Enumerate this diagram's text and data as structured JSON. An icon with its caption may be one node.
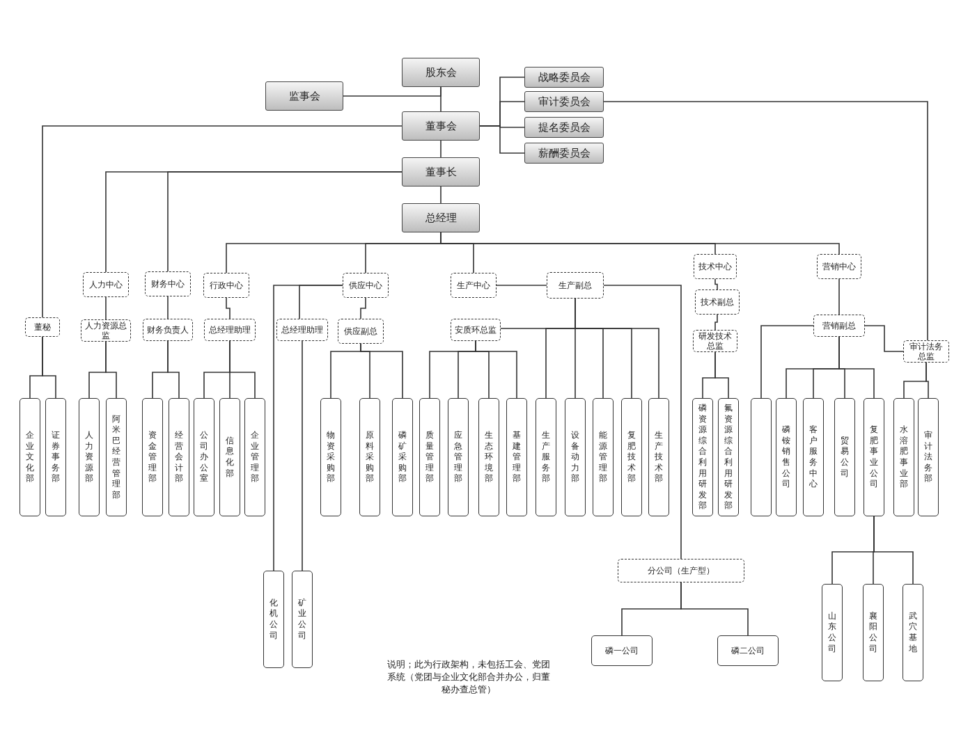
{
  "diagram": {
    "nodes": [
      {
        "text": [
          "股东会"
        ]
      },
      {
        "text": [
          "监事会"
        ]
      },
      {
        "text": [
          "董事会"
        ]
      },
      {
        "text": [
          "董事长"
        ]
      },
      {
        "text": [
          "总经理"
        ]
      },
      {
        "text": [
          "战略委员会"
        ]
      },
      {
        "text": [
          "审计委员会"
        ]
      },
      {
        "text": [
          "提名委员会"
        ]
      },
      {
        "text": [
          "薪酬委员会"
        ]
      },
      {
        "text": [
          "董秘"
        ]
      },
      {
        "text": [
          "人力中心"
        ]
      },
      {
        "text": [
          "人力资源总监"
        ]
      },
      {
        "text": [
          "财务中心"
        ]
      },
      {
        "text": [
          "财务负责人"
        ]
      },
      {
        "text": [
          "行政中心"
        ]
      },
      {
        "text": [
          "总经理助理"
        ]
      },
      {
        "text": [
          "总经理助理"
        ]
      },
      {
        "text": [
          "供应中心"
        ]
      },
      {
        "text": [
          "供应副总"
        ]
      },
      {
        "text": [
          "生产中心"
        ]
      },
      {
        "text": [
          "生产副总"
        ]
      },
      {
        "text": [
          "安质环总监"
        ]
      },
      {
        "text": [
          "技术中心"
        ]
      },
      {
        "text": [
          "技术副总"
        ]
      },
      {
        "text": [
          "研发技术总监"
        ]
      },
      {
        "text": [
          "营销中心"
        ]
      },
      {
        "text": [
          "营销副总"
        ]
      },
      {
        "text": [
          "审计法务总监"
        ]
      },
      {
        "text": [
          "企业文化部"
        ]
      },
      {
        "text": [
          "证券事务部"
        ]
      },
      {
        "text": [
          "人力资源部"
        ]
      },
      {
        "text": [
          "阿米巴经营管理部"
        ]
      },
      {
        "text": [
          "资金管理部"
        ]
      },
      {
        "text": [
          "经营会计部"
        ]
      },
      {
        "text": [
          "公司办公室"
        ]
      },
      {
        "text": [
          "信息化部"
        ]
      },
      {
        "text": [
          "企业管理部"
        ]
      },
      {
        "text": [
          "物资采购部"
        ]
      },
      {
        "text": [
          "原料采购部"
        ]
      },
      {
        "text": [
          "磷矿采购部"
        ]
      },
      {
        "text": [
          "质量管理部"
        ]
      },
      {
        "text": [
          "应急管理部"
        ]
      },
      {
        "text": [
          "生态环境部"
        ]
      },
      {
        "text": [
          "基建管理部"
        ]
      },
      {
        "text": [
          "生产服务部"
        ]
      },
      {
        "text": [
          "设备动力部"
        ]
      },
      {
        "text": [
          "能源管理部"
        ]
      },
      {
        "text": [
          "复肥技术部"
        ]
      },
      {
        "text": [
          "生产技术部"
        ]
      },
      {
        "text": [
          "磷资源综合利用研发部"
        ]
      },
      {
        "text": [
          "氟资源综合利用研发部"
        ]
      },
      {
        "text": [],
        "shape": "box"
      },
      {
        "text": [
          "磷铵销售公司"
        ]
      },
      {
        "text": [
          "客户服务中心"
        ]
      },
      {
        "text": [
          "贸易公司"
        ]
      },
      {
        "text": [
          "复肥事业公司"
        ]
      },
      {
        "text": [
          "水溶肥事业部"
        ]
      },
      {
        "text": [
          "审计法务部"
        ]
      },
      {
        "text": [
          "化机公司"
        ]
      },
      {
        "text": [
          "矿业公司"
        ]
      },
      {
        "text": [
          "分公司（生产型）"
        ]
      },
      {
        "text": [
          "磷一公司"
        ]
      },
      {
        "text": [
          "磷二公司"
        ]
      },
      {
        "text": [
          "山东公司"
        ]
      },
      {
        "text": [
          "襄阳公司"
        ]
      },
      {
        "text": [
          "武穴基地"
        ]
      }
    ],
    "edges": [
      {
        "from": 0,
        "to": 2,
        "arrow": "none"
      },
      {
        "from": 0,
        "to": 1,
        "arrow": "none"
      },
      {
        "from": 2,
        "to": 3,
        "arrow": "none"
      },
      {
        "from": 3,
        "to": 4,
        "arrow": "none"
      },
      {
        "from": 2,
        "to": 5,
        "arrow": "none"
      },
      {
        "from": 2,
        "to": 6,
        "arrow": "none"
      },
      {
        "from": 2,
        "to": 7,
        "arrow": "none"
      },
      {
        "from": 2,
        "to": 8,
        "arrow": "none"
      },
      {
        "from": 6,
        "to": 27,
        "arrow": "none"
      },
      {
        "from": 2,
        "to": 9,
        "arrow": "none"
      },
      {
        "from": 3,
        "to": 10,
        "arrow": "none"
      },
      {
        "from": 3,
        "to": 12,
        "arrow": "none"
      },
      {
        "from": 4,
        "to": 14,
        "arrow": "none"
      },
      {
        "from": 4,
        "to": 17,
        "arrow": "none"
      },
      {
        "from": 4,
        "to": 19,
        "arrow": "none"
      },
      {
        "from": 4,
        "to": 22,
        "arrow": "none"
      },
      {
        "from": 4,
        "to": 25,
        "arrow": "none"
      },
      {
        "from": 19,
        "to": 20,
        "arrow": "none"
      },
      {
        "from": 20,
        "to": 60,
        "arrow": "none"
      },
      {
        "from": 10,
        "to": 11,
        "arrow": "none"
      },
      {
        "from": 12,
        "to": 13,
        "arrow": "none"
      },
      {
        "from": 14,
        "to": 15,
        "arrow": "none"
      },
      {
        "from": 17,
        "to": 58,
        "arrow": "none"
      },
      {
        "from": 17,
        "to": 16,
        "arrow": "none"
      },
      {
        "from": 17,
        "to": 18,
        "arrow": "none"
      },
      {
        "from": 16,
        "to": 59,
        "arrow": "none"
      },
      {
        "from": 9,
        "to": 28,
        "arrow": "none"
      },
      {
        "from": 9,
        "to": 29,
        "arrow": "none"
      },
      {
        "from": 11,
        "to": 30,
        "arrow": "none"
      },
      {
        "from": 11,
        "to": 31,
        "arrow": "none"
      },
      {
        "from": 13,
        "to": 32,
        "arrow": "none"
      },
      {
        "from": 13,
        "to": 33,
        "arrow": "none"
      },
      {
        "from": 15,
        "to": 34,
        "arrow": "none"
      },
      {
        "from": 15,
        "to": 35,
        "arrow": "none"
      },
      {
        "from": 15,
        "to": 36,
        "arrow": "none"
      },
      {
        "from": 18,
        "to": 37,
        "arrow": "none"
      },
      {
        "from": 18,
        "to": 38,
        "arrow": "none"
      },
      {
        "from": 18,
        "to": 39,
        "arrow": "none"
      },
      {
        "from": 20,
        "to": 21,
        "arrow": "none"
      },
      {
        "from": 21,
        "to": 40,
        "arrow": "none"
      },
      {
        "from": 21,
        "to": 41,
        "arrow": "none"
      },
      {
        "from": 21,
        "to": 42,
        "arrow": "none"
      },
      {
        "from": 21,
        "to": 43,
        "arrow": "none"
      },
      {
        "from": 20,
        "to": 44,
        "arrow": "none"
      },
      {
        "from": 20,
        "to": 45,
        "arrow": "none"
      },
      {
        "from": 20,
        "to": 46,
        "arrow": "none"
      },
      {
        "from": 20,
        "to": 47,
        "arrow": "none"
      },
      {
        "from": 20,
        "to": 48,
        "arrow": "none"
      },
      {
        "from": 22,
        "to": 23,
        "arrow": "none"
      },
      {
        "from": 23,
        "to": 24,
        "arrow": "none"
      },
      {
        "from": 24,
        "to": 49,
        "arrow": "none"
      },
      {
        "from": 24,
        "to": 50,
        "arrow": "none"
      },
      {
        "from": 25,
        "to": 26,
        "arrow": "none"
      },
      {
        "from": 26,
        "to": 51,
        "arrow": "none"
      },
      {
        "from": 26,
        "to": 52,
        "arrow": "none"
      },
      {
        "from": 26,
        "to": 53,
        "arrow": "none"
      },
      {
        "from": 26,
        "to": 54,
        "arrow": "none"
      },
      {
        "from": 26,
        "to": 55,
        "arrow": "none"
      },
      {
        "from": 26,
        "to": 27,
        "arrow": "none"
      },
      {
        "from": 27,
        "to": 56,
        "arrow": "none"
      },
      {
        "from": 27,
        "to": 57,
        "arrow": "none"
      },
      {
        "from": 55,
        "to": 63,
        "arrow": "none"
      },
      {
        "from": 55,
        "to": 64,
        "arrow": "none"
      },
      {
        "from": 55,
        "to": 65,
        "arrow": "none"
      },
      {
        "from": 60,
        "to": 61,
        "arrow": "none"
      },
      {
        "from": 60,
        "to": 62,
        "arrow": "none"
      }
    ],
    "labels": [
      "说明；此为行政架构，未包括工会、党团系统（党团与企业文化部合并办公，归董秘办查总管）"
    ]
  }
}
